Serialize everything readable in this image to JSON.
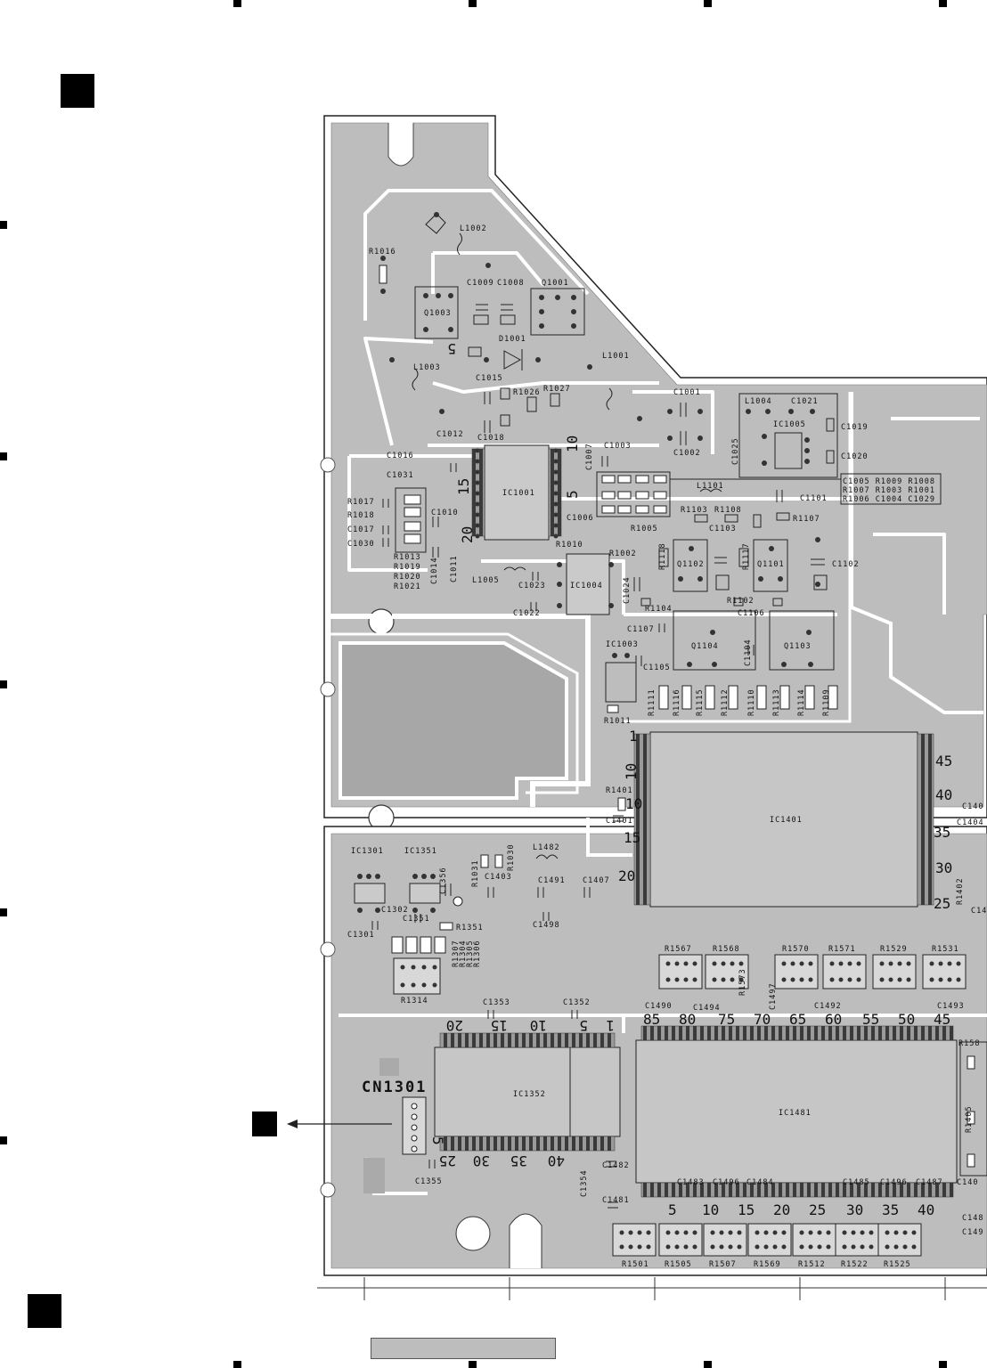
{
  "labels": {
    "l1002": "L1002",
    "r1016": "R1016",
    "c1009": "C1009",
    "c1008": "C1008",
    "q1001": "Q1001",
    "q1003": "Q1003",
    "d1001": "D1001",
    "l1001": "L1001",
    "l1003": "L1003",
    "c1015": "C1015",
    "r1026": "R1026",
    "r1027": "R1027",
    "c1001": "C1001",
    "c1012": "C1012",
    "c1018": "C1018",
    "c1002": "C1002",
    "c1007": "C1007",
    "c1003": "C1003",
    "l1004": "L1004",
    "c1021": "C1021",
    "ic1005": "IC1005",
    "c1019": "C1019",
    "c1025": "C1025",
    "c1020": "C1020",
    "c1016": "C1016",
    "c1031": "C1031",
    "r1017": "R1017",
    "r1018": "R1018",
    "c1017": "C1017",
    "c1030": "C1030",
    "c1010": "C1010",
    "ic1001": "IC1001",
    "c1006": "C1006",
    "r1005": "R1005",
    "r1010": "R1010",
    "r1002": "R1002",
    "l1101": "L1101",
    "r1103": "R1103",
    "r1108": "R1108",
    "c1101": "C1101",
    "r1107": "R1107",
    "c1103": "C1103",
    "r1118": "R1118",
    "q1102": "Q1102",
    "r1117": "R1117",
    "q1101": "Q1101",
    "c1102": "C1102",
    "r1013": "R1013",
    "r1019": "R1019",
    "r1020": "R1020",
    "r1021": "R1021",
    "c1014": "C1014",
    "c1011": "C1011",
    "l1005": "L1005",
    "c1023": "C1023",
    "ic1004": "IC1004",
    "c1024": "C1024",
    "c1022": "C1022",
    "r1104": "R1104",
    "r1102": "R1102",
    "c1106": "C1106",
    "c1107": "C1107",
    "ic1003": "IC1003",
    "q1104": "Q1104",
    "q1103": "Q1103",
    "c1105": "C1105",
    "c1104": "C1104",
    "r1011": "R1011",
    "r1111": "R1111",
    "r1116": "R1116",
    "r1115": "R1115",
    "r1112": "R1112",
    "r1110": "R1110",
    "r1113": "R1113",
    "r1114": "R1114",
    "r1109": "R1109",
    "r1401": "R1401",
    "c1401": "C1401",
    "ic1401": "IC1401",
    "c140x": "C140",
    "c1404": "C1404",
    "r1402": "R1402",
    "c14x": "C14",
    "ic1301": "IC1301",
    "ic1351": "IC1351",
    "c1356": "C1356",
    "r1031": "R1031",
    "r1030": "R1030",
    "l1482": "L1482",
    "c1403": "C1403",
    "c1491": "C1491",
    "c1407": "C1407",
    "c1302": "C1302",
    "c1351": "C1351",
    "r1351": "R1351",
    "c1301": "C1301",
    "c1498": "C1498",
    "r1307": "R1307",
    "r1304": "R1304",
    "r1305": "R1305",
    "r1306": "R1306",
    "r1314": "R1314",
    "r1567": "R1567",
    "r1568": "R1568",
    "r1570": "R1570",
    "r1571": "R1571",
    "r1529": "R1529",
    "r1531": "R1531",
    "r1573": "R1573",
    "c1497": "C1497",
    "c1490": "C1490",
    "c1494": "C1494",
    "c1492": "C1492",
    "c1493": "C1493",
    "c1353": "C1353",
    "c1352": "C1352",
    "ic1352": "IC1352",
    "ic1481": "IC1481",
    "cn1301": "CN1301",
    "c1355": "C1355",
    "c1354": "C1354",
    "c1482": "C1482",
    "c1483": "C1483",
    "c1496a": "C1496",
    "c1484": "C1484",
    "c1485": "C1485",
    "c1496b": "C1496",
    "c1487": "C1487",
    "c1481": "C1481",
    "r1501": "R1501",
    "r1505": "R1505",
    "r1507": "R1507",
    "r1569": "R1569",
    "r1512": "R1512",
    "r1522": "R1522",
    "r1525": "R1525",
    "r1405": "R1405",
    "r158x": "R158",
    "c140y": "C140",
    "c148x": "C148",
    "c149x": "C149",
    "c1005_grid": [
      "C1005 R1009 R1008",
      "R1007 R1003 R1001",
      "R1006 C1004 C1029"
    ]
  },
  "pins": {
    "ic1001": [
      "10",
      "15",
      "20",
      "5"
    ],
    "ic1401_left": [
      "1",
      "10",
      "15",
      "20"
    ],
    "ic1401_right": [
      "45",
      "40",
      "35",
      "30",
      "25"
    ],
    "ic1481_top": [
      "85",
      "80",
      "75",
      "70",
      "65",
      "60",
      "55",
      "50",
      "45"
    ],
    "ic1352_top": [
      "20",
      "15",
      "10",
      "5",
      "1"
    ],
    "ic1352_bottom": [
      "25",
      "30",
      "35",
      "40"
    ],
    "ic1481_bottom": [
      "5",
      "10",
      "15",
      "20",
      "25",
      "30",
      "35",
      "40"
    ],
    "cn1301": "5",
    "q1003": "5"
  }
}
